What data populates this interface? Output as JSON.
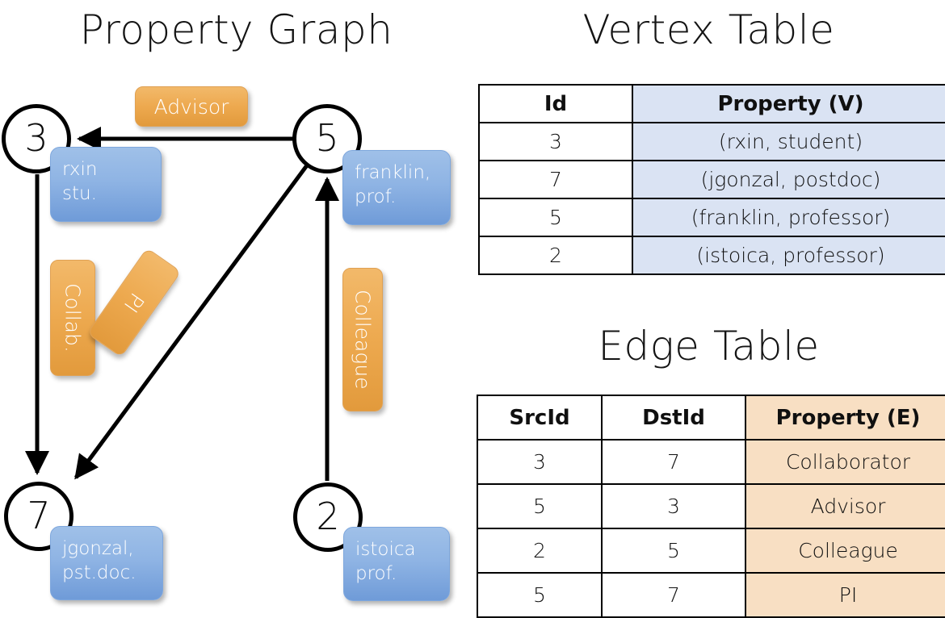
{
  "titles": {
    "graph": "Property Graph",
    "vertex_table": "Vertex Table",
    "edge_table": "Edge Table"
  },
  "graph": {
    "nodes": [
      {
        "id": "3",
        "property": "rxin\nstu.",
        "line1": "rxin",
        "line2": "stu."
      },
      {
        "id": "5",
        "property": "franklin, prof.",
        "line1": "franklin,",
        "line2": "prof."
      },
      {
        "id": "7",
        "property": "jgonzal, pst.doc.",
        "line1": "jgonzal,",
        "line2": "pst.doc."
      },
      {
        "id": "2",
        "property": "istoica prof.",
        "line1": "istoica",
        "line2": "prof."
      }
    ],
    "edges": [
      {
        "from": "5",
        "to": "3",
        "label": "Advisor"
      },
      {
        "from": "3",
        "to": "7",
        "label": "Collab."
      },
      {
        "from": "5",
        "to": "7",
        "label": "PI"
      },
      {
        "from": "2",
        "to": "5",
        "label": "Colleague"
      }
    ],
    "colors": {
      "vertex_bubble": "#8fb4e4",
      "edge_badge": "#eda94f",
      "node_stroke": "#000000"
    }
  },
  "vertex_table": {
    "headers": [
      "Id",
      "Property (V)"
    ],
    "rows": [
      {
        "id": "3",
        "property": "(rxin, student)"
      },
      {
        "id": "7",
        "property": "(jgonzal, postdoc)"
      },
      {
        "id": "5",
        "property": "(franklin, professor)"
      },
      {
        "id": "2",
        "property": "(istoica, professor)"
      }
    ],
    "header_fill": "#dae3f3"
  },
  "edge_table": {
    "headers": [
      "SrcId",
      "DstId",
      "Property (E)"
    ],
    "rows": [
      {
        "src": "3",
        "dst": "7",
        "property": "Collaborator"
      },
      {
        "src": "5",
        "dst": "3",
        "property": "Advisor"
      },
      {
        "src": "2",
        "dst": "5",
        "property": "Colleague"
      },
      {
        "src": "5",
        "dst": "7",
        "property": "PI"
      }
    ],
    "header_fill": "#f8dfc3"
  }
}
